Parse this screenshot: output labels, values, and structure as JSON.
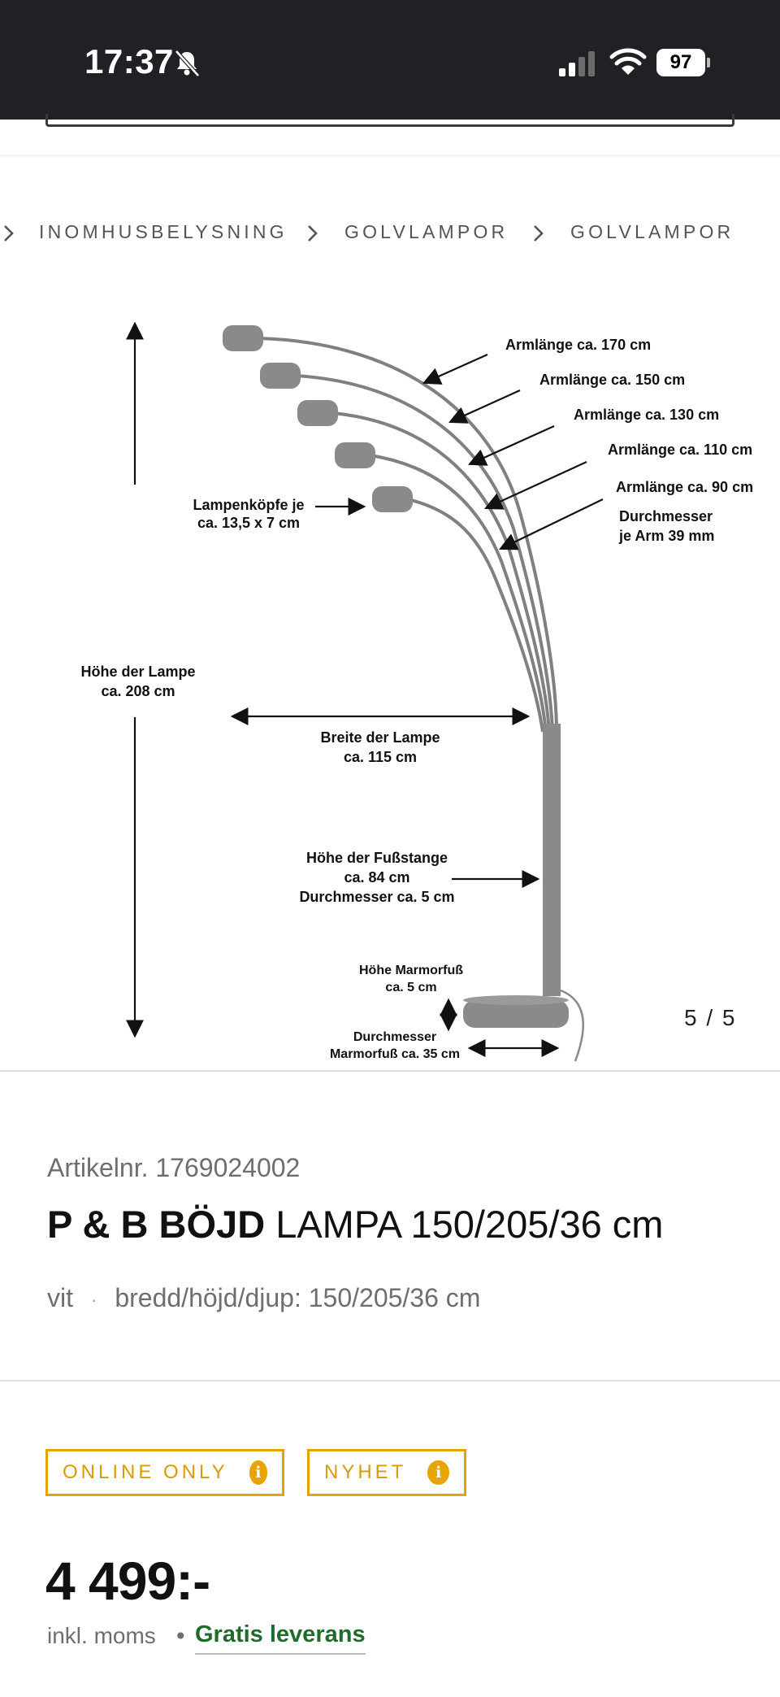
{
  "status_bar": {
    "time": "17:37",
    "battery": "97"
  },
  "breadcrumb": {
    "items": [
      "INOMHUSBELYSNING",
      "GOLVLAMPOR",
      "GOLVLAMPOR"
    ]
  },
  "gallery": {
    "counter": "5 / 5",
    "labels": {
      "arm170": "Armlänge ca. 170 cm",
      "arm150": "Armlänge ca. 150 cm",
      "arm130": "Armlänge ca. 130 cm",
      "arm110": "Armlänge ca. 110 cm",
      "arm90": "Armlänge ca. 90 cm",
      "diameter_line1": "Durchmesser",
      "diameter_line2": "je Arm 39 mm",
      "heads_line1": "Lampenköpfe je",
      "heads_line2": "ca. 13,5 x 7 cm",
      "height_line1": "Höhe der Lampe",
      "height_line2": "ca. 208 cm",
      "width_line1": "Breite der Lampe",
      "width_line2": "ca. 115 cm",
      "pole_line1": "Höhe der Fußstange",
      "pole_line2": "ca. 84 cm",
      "pole_line3": "Durchmesser ca. 5 cm",
      "base_height_line1": "Höhe Marmorfuß",
      "base_height_line2": "ca. 5 cm",
      "base_diam_line1": "Durchmesser",
      "base_diam_line2": "Marmorfuß ca. 35 cm"
    }
  },
  "product": {
    "article_no": "Artikelnr. 1769024002",
    "brand": "P & B BÖJD",
    "name": " LAMPA 150/205/36 cm",
    "color": "vit",
    "dot": "·",
    "dimensions": "bredd/höjd/djup: 150/205/36 cm"
  },
  "badges": {
    "online_only": "ONLINE ONLY",
    "new": "NYHET",
    "info_glyph": "i"
  },
  "pricing": {
    "price": "4 499:-",
    "vat": "inkl. moms",
    "separator": "•",
    "delivery": "Gratis leverans"
  },
  "colors": {
    "accent": "#e2a400",
    "delivery": "#1f6b2a",
    "status_bar": "#202124"
  }
}
